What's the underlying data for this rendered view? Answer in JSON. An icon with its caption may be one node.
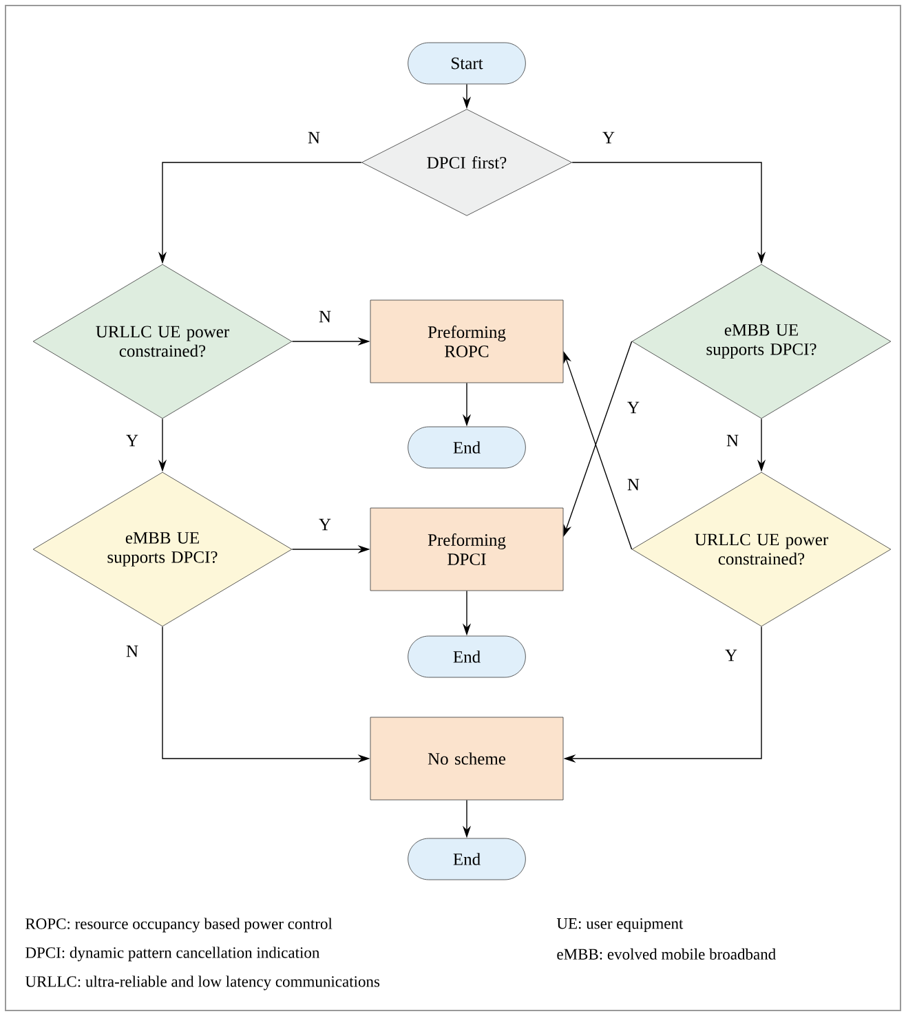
{
  "diagram": {
    "nodes": [
      {
        "text": [
          "Start"
        ]
      },
      {
        "text": [
          "DPCI first?"
        ]
      },
      {
        "text": [
          "URLLC UE power constrained?"
        ]
      },
      {
        "text": [
          "Preforming ROPC"
        ]
      },
      {
        "text": [
          "eMBB UE supports DPCI?"
        ]
      },
      {
        "text": [
          "End"
        ]
      },
      {
        "text": [
          "eMBB UE supports DPCI?"
        ]
      },
      {
        "text": [
          "Preforming DPCI"
        ]
      },
      {
        "text": [
          "URLLC UE power constrained?"
        ]
      },
      {
        "text": [
          "End"
        ]
      },
      {
        "text": [
          "No scheme"
        ]
      },
      {
        "text": [
          "End"
        ]
      }
    ],
    "edges": [
      {
        "from": 0,
        "to": 1,
        "arrow": "to"
      },
      {
        "from": 1,
        "to": 2,
        "arrow": "to",
        "label": "N"
      },
      {
        "from": 1,
        "to": 4,
        "arrow": "to",
        "label": "Y"
      },
      {
        "from": 2,
        "to": 3,
        "arrow": "to",
        "label": "N"
      },
      {
        "from": 2,
        "to": 6,
        "arrow": "to",
        "label": "Y"
      },
      {
        "from": 3,
        "to": 5,
        "arrow": "to"
      },
      {
        "from": 4,
        "to": 8,
        "arrow": "to",
        "label": "N"
      },
      {
        "from": 4,
        "to": 7,
        "arrow": "to",
        "label": "Y"
      },
      {
        "from": 6,
        "to": 7,
        "arrow": "to",
        "label": "Y"
      },
      {
        "from": 7,
        "to": 9,
        "arrow": "to"
      },
      {
        "from": 8,
        "to": 3,
        "arrow": "to",
        "label": "N"
      },
      {
        "from": 6,
        "to": 10,
        "arrow": "to",
        "label": "N"
      },
      {
        "from": 8,
        "to": 10,
        "arrow": "to",
        "label": "Y"
      },
      {
        "from": 10,
        "to": 11,
        "arrow": "to"
      }
    ],
    "labels": [
      "ROPC: resource occupancy based power control",
      "UE: user equipment",
      "DPCI: dynamic pattern cancellation indication",
      "eMBB: evolved mobile broadband",
      "URLLC: ultra-reliable and low latency communications"
    ]
  }
}
